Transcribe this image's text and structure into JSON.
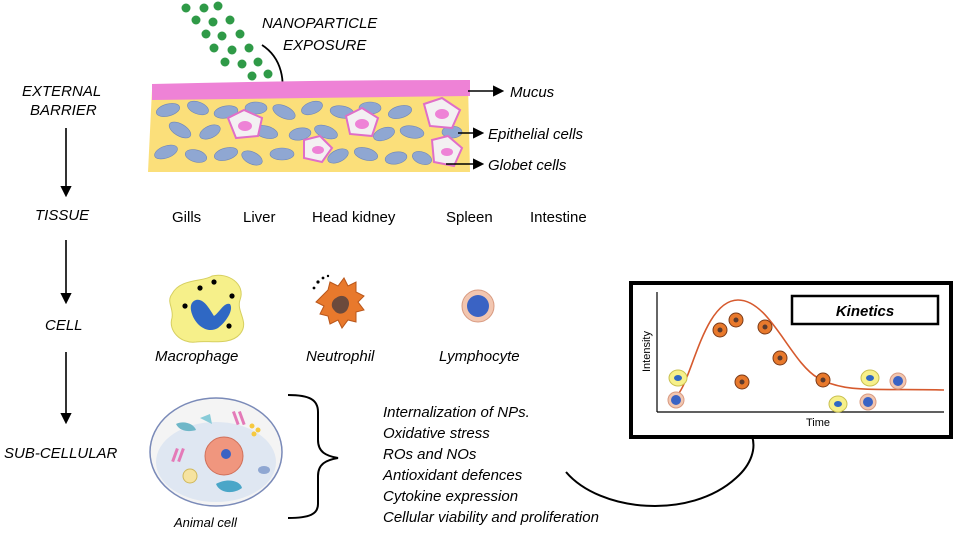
{
  "levels": {
    "external_line1": "EXTERNAL",
    "external_line2": "BARRIER",
    "tissue": "TISSUE",
    "cell": "CELL",
    "subcellular": "SUB-CELLULAR"
  },
  "exposure": {
    "line1": "NANOPARTICLE",
    "line2": "EXPOSURE"
  },
  "barrier_labels": {
    "mucus": "Mucus",
    "epithelial": "Epithelial cells",
    "goblet": "Globet cells"
  },
  "tissues": [
    "Gills",
    "Liver",
    "Head kidney",
    "Spleen",
    "Intestine"
  ],
  "cells": {
    "macrophage": "Macrophage",
    "neutrophil": "Neutrophil",
    "lymphocyte": "Lymphocyte"
  },
  "animal_cell_label": "Animal cell",
  "responses": [
    "Internalization of NPs.",
    "Oxidative stress",
    "ROs and NOs",
    "Antioxidant defences",
    "Cytokine expression",
    "Cellular viability and proliferation"
  ],
  "kinetics": {
    "title": "Kinetics",
    "y_label": "Intensity",
    "x_label": "Time"
  },
  "colors": {
    "mucus": "#ee82d6",
    "tissue_yellow": "#fbdf7a",
    "epithelial_blue": "#8fa7d2",
    "nanoparticle": "#2f9a47",
    "neutrophil": "#e8792c",
    "lymphocyte": "#3a63c4",
    "curve": "#d65a2e"
  }
}
